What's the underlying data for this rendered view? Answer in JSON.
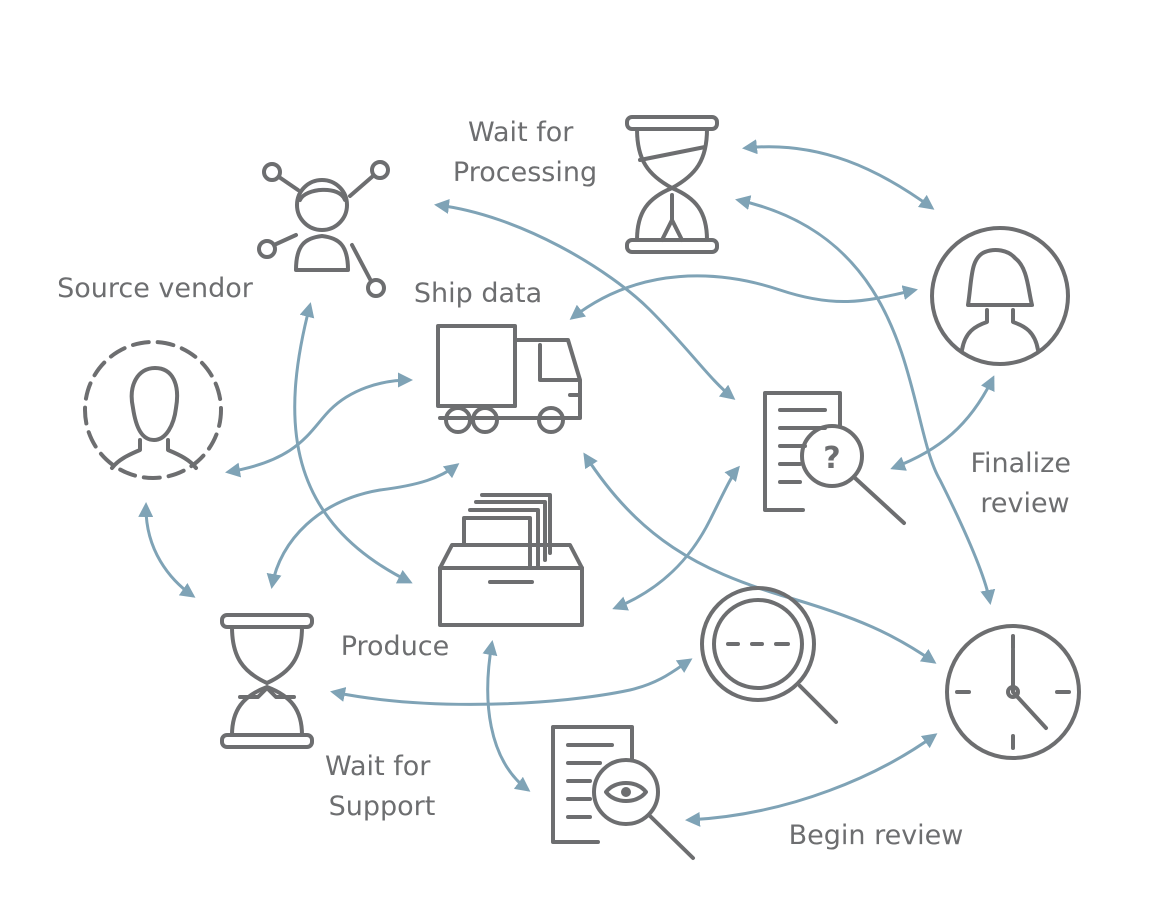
{
  "labels": {
    "wait_processing": [
      "Wait for",
      "Processing"
    ],
    "source_vendor": "Source vendor",
    "ship_data": "Ship data",
    "finalize_review": [
      "Finalize",
      "review"
    ],
    "produce": "Produce",
    "wait_support": [
      "Wait for",
      "Support"
    ],
    "begin_review": "Begin review"
  },
  "icons": [
    "hourglass-icon",
    "network-person-icon",
    "person-circle-icon",
    "dashed-person-icon",
    "truck-icon",
    "document-question-icon",
    "file-box-icon",
    "magnifier-minus-icon",
    "clock-icon",
    "document-eye-icon"
  ],
  "colors": {
    "icon": "#6d6e70",
    "arrow": "#7fa3b6",
    "text": "#6d6e70"
  }
}
